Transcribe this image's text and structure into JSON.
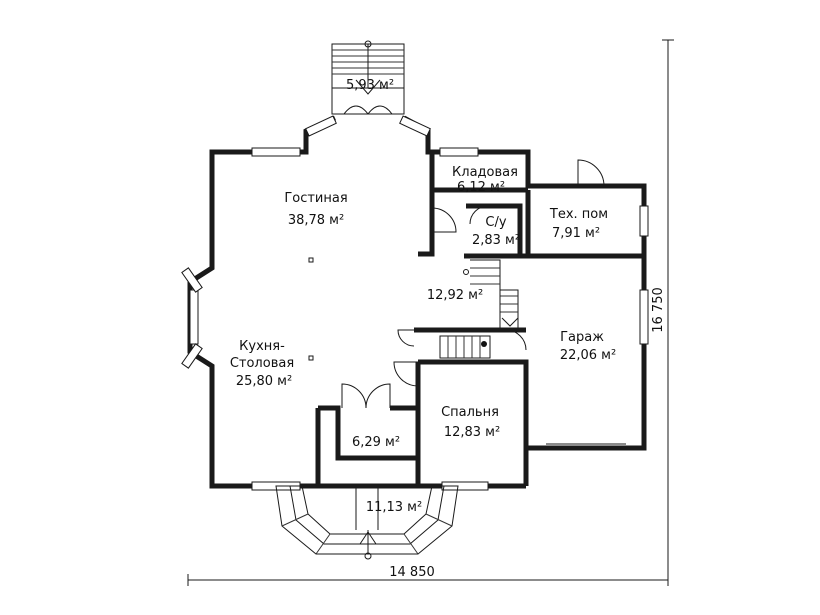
{
  "rooms": [
    {
      "id": "porch-top",
      "name": "",
      "area": "5,93 м²"
    },
    {
      "id": "living",
      "name": "Гостиная",
      "area": "38,78 м²"
    },
    {
      "id": "pantry",
      "name": "Кладовая",
      "area": "6,12 м²"
    },
    {
      "id": "bathroom",
      "name": "С/у",
      "area": "2,83 м²"
    },
    {
      "id": "tech",
      "name": "Тех. пом",
      "area": "7,91 м²"
    },
    {
      "id": "hall",
      "name": "",
      "area": "12,92 м²"
    },
    {
      "id": "kitchen",
      "name": "Кухня-\nСтоловая",
      "area": "25,80 м²"
    },
    {
      "id": "garage",
      "name": "Гараж",
      "area": "22,06 м²"
    },
    {
      "id": "bedroom",
      "name": "Спальня",
      "area": "12,83 м²"
    },
    {
      "id": "vestibule",
      "name": "",
      "area": "6,29 м²"
    },
    {
      "id": "terrace",
      "name": "",
      "area": "11,13 м²"
    }
  ],
  "dimensions": {
    "width": "14 850",
    "height": "16 750"
  }
}
